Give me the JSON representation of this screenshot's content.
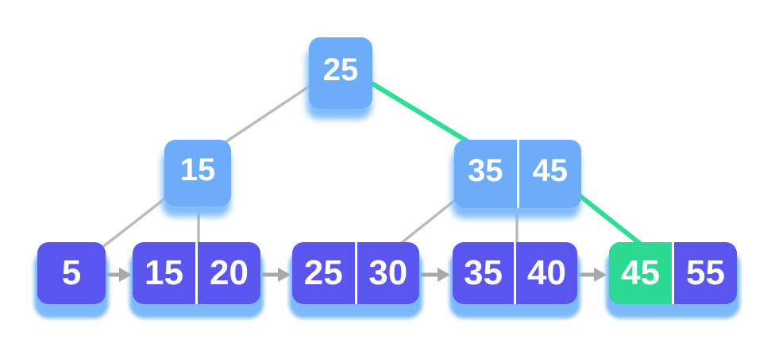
{
  "diagram": {
    "type": "b-plus-tree",
    "highlighted_path": [
      "25",
      "35|45",
      "45"
    ],
    "colors": {
      "internal_node_fill": "#6cacf8",
      "leaf_node_fill": "#5a55ee",
      "highlight_fill": "#2bd993",
      "highlight_edge": "#2ede93",
      "tree_edge_gray": "#bcbcbc",
      "leaf_arrow_gray": "#a9a9a9",
      "node_shadow_blue": "#7cb9f9",
      "key_text": "#ffffff",
      "divider": "#ffffff",
      "background": "#ffffff"
    }
  },
  "tree": {
    "internal_nodes": [
      {
        "name": "root",
        "keys": [
          "25"
        ]
      },
      {
        "name": "internal-15",
        "keys": [
          "15"
        ]
      },
      {
        "name": "internal-35-45",
        "keys": [
          "35",
          "45"
        ]
      }
    ],
    "leaf_nodes": [
      {
        "name": "leaf-5",
        "keys": [
          "5"
        ]
      },
      {
        "name": "leaf-15-20",
        "keys": [
          "15",
          "20"
        ]
      },
      {
        "name": "leaf-25-30",
        "keys": [
          "25",
          "30"
        ]
      },
      {
        "name": "leaf-35-40",
        "keys": [
          "35",
          "40"
        ]
      },
      {
        "name": "leaf-45-55",
        "keys": [
          "45",
          "55"
        ],
        "highlighted_key": "45"
      }
    ],
    "edges": [
      {
        "from": "root",
        "to": "internal-15",
        "style": "gray"
      },
      {
        "from": "root",
        "to": "internal-35-45",
        "style": "green-highlight"
      },
      {
        "from": "internal-15",
        "to": "leaf-5",
        "style": "gray"
      },
      {
        "from": "internal-15",
        "to": "leaf-15-20",
        "style": "gray"
      },
      {
        "from": "internal-35-45",
        "to": "leaf-25-30",
        "style": "gray"
      },
      {
        "from": "internal-35-45",
        "to": "leaf-35-40",
        "style": "gray"
      },
      {
        "from": "internal-35-45",
        "to": "leaf-45-55",
        "style": "green-highlight"
      }
    ],
    "leaf_links": [
      {
        "from": "leaf-5",
        "to": "leaf-15-20"
      },
      {
        "from": "leaf-15-20",
        "to": "leaf-25-30"
      },
      {
        "from": "leaf-25-30",
        "to": "leaf-35-40"
      },
      {
        "from": "leaf-35-40",
        "to": "leaf-45-55"
      }
    ]
  }
}
